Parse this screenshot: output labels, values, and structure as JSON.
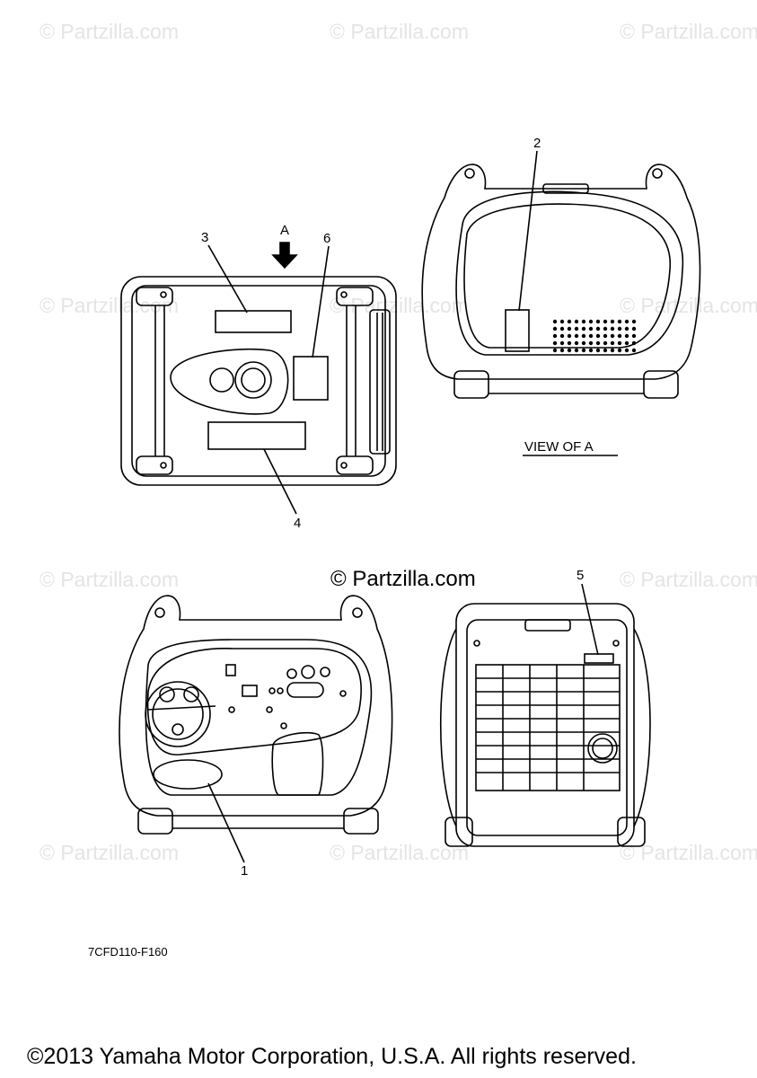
{
  "watermarks": {
    "text": "© Partzilla.com",
    "center": "© Partzilla.com"
  },
  "callouts": {
    "c1": "1",
    "c2": "2",
    "c3": "3",
    "c4": "4",
    "c5": "5",
    "c6": "6",
    "arrow_label": "A"
  },
  "view_label": "VIEW OF A",
  "part_code": "7CFD110-F160",
  "copyright": "©2013 Yamaha Motor Corporation, U.S.A. All rights reserved."
}
